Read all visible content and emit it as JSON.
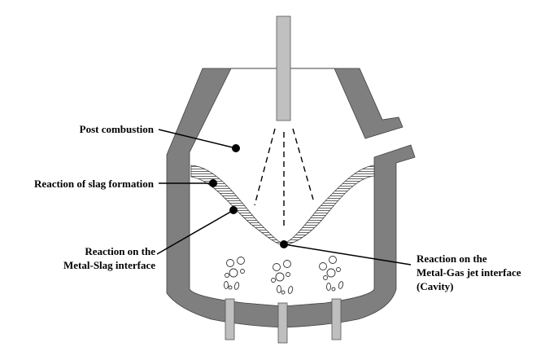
{
  "title": "Converter vessel reaction zones",
  "colors": {
    "wall": "#7f7f7f",
    "lance": "#c0c0c0",
    "tuyere": "#bfbfbf",
    "outline": "#404040",
    "slag_hatch": "#555555",
    "leader": "#000000",
    "background": "#ffffff"
  },
  "labels": {
    "post_combustion": "Post combustion",
    "slag_formation": "Reaction of slag formation",
    "metal_slag_line1": "Reaction on the",
    "metal_slag_line2": "Metal-Slag interface",
    "metal_gas_line1": "Reaction on the",
    "metal_gas_line2": "Metal-Gas jet interface",
    "metal_gas_line3": "(Cavity)"
  },
  "components": {
    "lance": "oxygen-lance",
    "jet": "oxygen-jet-dashed-lines",
    "slag": "slag-layer-hatched",
    "bubbles": "gas-bubbles",
    "tuyeres": 3
  }
}
